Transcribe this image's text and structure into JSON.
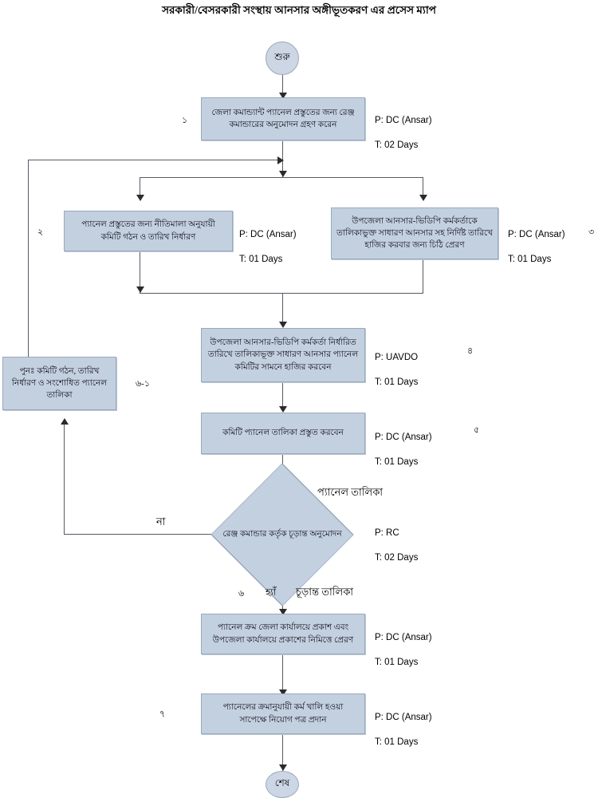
{
  "title": "সরকারী/বেসরকারী সংস্থায় আনসার অঙ্গীভূতকরণ এর প্রসেস ম্যাপ",
  "nodes": {
    "start": {
      "label": "শুরু"
    },
    "end": {
      "label": "শেষ"
    },
    "n1": {
      "text": "জেলা কমান্ড্যান্ট প্যানেল প্রস্তুতের জন্য রেঞ্জ কমান্ডারের অনুমোদন গ্রহণ করেন",
      "line1": "জেলা কমান্ড্যান্ট প্যানেল প্রস্তুতের জন্য রেঞ্জ",
      "line2": "কমান্ডারের অনুমোদন গ্রহণ করেন",
      "performer": "P: DC (Ansar)",
      "time": "T: 02 Days",
      "step": "১"
    },
    "n2": {
      "line1": "প্যানেল প্রস্তুতের জন্য নীতিমালা অনুযায়ী",
      "line2": "কমিটি গঠন ও তারিখ নির্ধারণ",
      "performer": "P: DC (Ansar)",
      "time": "T: 01 Days",
      "step": "২"
    },
    "n3": {
      "line1": "উপজেলা আনসার-ভিডিপি কর্মকর্তাকে",
      "line2": "তালিকাভুক্ত সাধারণ আনসার সহ নির্দিষ্ট তারিখে",
      "line3": "হাজির করবার জন্য চিঠি প্রেরণ",
      "performer": "P: DC (Ansar)",
      "time": "T: 01 Days",
      "step": "৩"
    },
    "n4": {
      "line1": "উপজেলা আনসার-ভিডিপি কর্মকর্তা নির্ধারিত",
      "line2": "তারিখে তালিকাভূক্ত সাধারণ আনসার প্যানেল",
      "line3": "কমিটির সামনে হাজির করবেন",
      "performer": "P: UAVDO",
      "time": "T: 01 Days",
      "step": "৪"
    },
    "n5": {
      "line1": "কমিটি প্যানেল তালিকা প্রস্তুত করবেন",
      "performer": "P: DC (Ansar)",
      "time": "T: 01 Days",
      "step": "৫"
    },
    "rework": {
      "line1": "পুনঃ  কমিটি গঠন, তারিখ",
      "line2": "নির্ধারণ ও সংশোধিত প্যানেল",
      "line3": "তালিকা",
      "step": "৬-১"
    },
    "decision": {
      "line1": "রেঞ্জ কমান্ডার কর্তৃক চূড়ান্ত",
      "line2": "অনুমোদন",
      "performer": "P: RC",
      "time": "T: 02 Days",
      "step": "৬",
      "input_label": "প্যানেল তালিকা",
      "no_label": "না",
      "yes_label": "হ্যাঁ",
      "yes_output_label": "চূড়ান্ত তালিকা"
    },
    "n7": {
      "line1": "প্যানেল ক্রম জেলা কার্যালয়ে প্রকাশ এবং",
      "line2": "উপজেলা কার্যালয়ে প্রকাশের নিমিত্তে প্রেরণ",
      "performer": "P: DC (Ansar)",
      "time": "T: 01 Days"
    },
    "n8": {
      "line1": "প্যানেলের ক্রমানুযায়ী কর্ম খালি হওয়া",
      "line2": "সাপেক্ষে নিয়োগ পত্র প্রদান",
      "performer": "P: DC (Ansar)",
      "time": "T: 01 Days",
      "step": "৭"
    }
  },
  "colors": {
    "box_fill": "#c3d0e0",
    "box_border": "#9aa9bb",
    "line": "#555a63",
    "text": "#0d0d16",
    "background": "#ffffff"
  }
}
